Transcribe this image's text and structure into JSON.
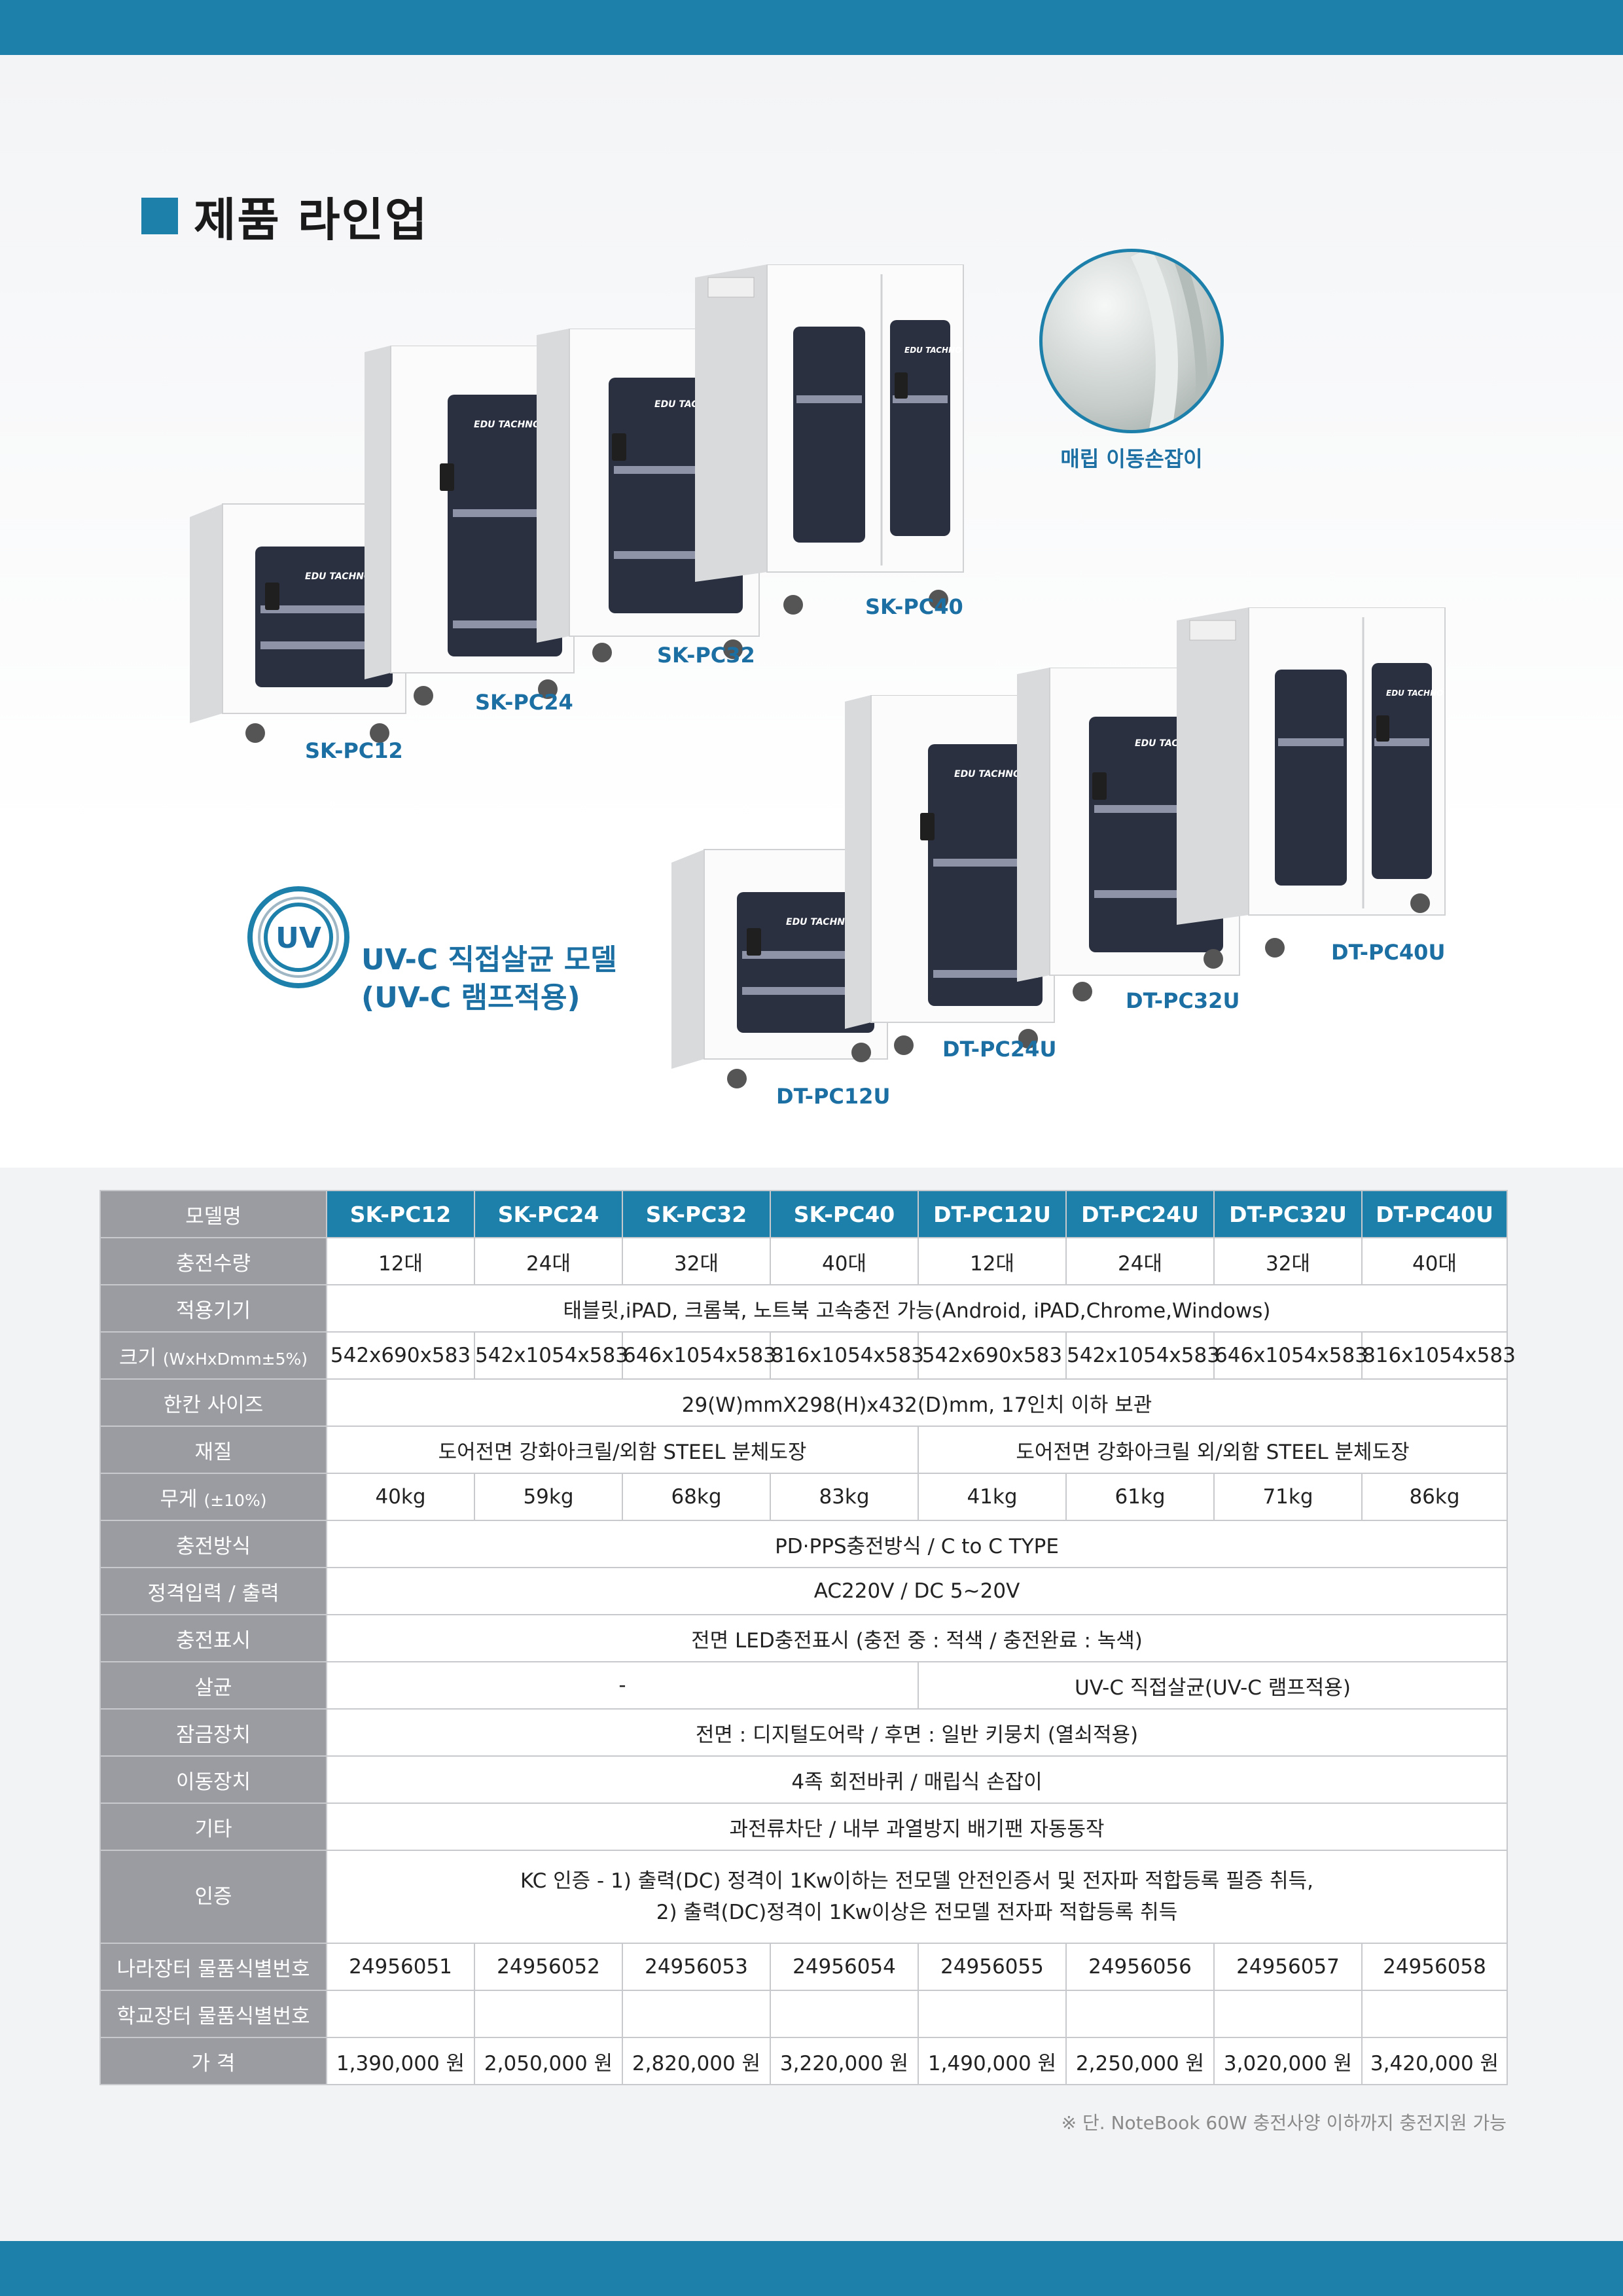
{
  "section_title": "제품 라인업",
  "products_top": [
    {
      "label": "SK-PC12"
    },
    {
      "label": "SK-PC24"
    },
    {
      "label": "SK-PC32"
    },
    {
      "label": "SK-PC40"
    }
  ],
  "products_bottom": [
    {
      "label": "DT-PC12U"
    },
    {
      "label": "DT-PC24U"
    },
    {
      "label": "DT-PC32U"
    },
    {
      "label": "DT-PC40U"
    }
  ],
  "brand_text": "EDU TACHNO",
  "handle_label": "매립 이동손잡이",
  "uv": {
    "badge": "UV",
    "title_line1": "UV-C 직접살균 모델",
    "title_line2": "(UV-C 램프적용)"
  },
  "colors": {
    "accent": "#1c80aa",
    "header_gray": "#9a9ca1",
    "label_blue": "#1c6fa3"
  },
  "table": {
    "model_header": "모델명",
    "models": [
      "SK-PC12",
      "SK-PC24",
      "SK-PC32",
      "SK-PC40",
      "DT-PC12U",
      "DT-PC24U",
      "DT-PC32U",
      "DT-PC40U"
    ],
    "charge_count": {
      "label": "충전수량",
      "values": [
        "12대",
        "24대",
        "32대",
        "40대",
        "12대",
        "24대",
        "32대",
        "40대"
      ]
    },
    "devices": {
      "label": "적용기기",
      "value": "태블릿,iPAD, 크롬북, 노트북 고속충전 가능(Android, iPAD,Chrome,Windows)"
    },
    "size": {
      "label": "크기",
      "label_sub": "(WxHxDmm±5%)",
      "values": [
        "542x690x583",
        "542x1054x583",
        "646x1054x583",
        "816x1054x583",
        "542x690x583",
        "542x1054x583",
        "646x1054x583",
        "816x1054x583"
      ]
    },
    "slot_size": {
      "label": "한칸 사이즈",
      "value": "29(W)mmX298(H)x432(D)mm, 17인치 이하 보관"
    },
    "material": {
      "label": "재질",
      "sk": "도어전면 강화아크릴/외함 STEEL 분체도장",
      "dt": "도어전면 강화아크릴 외/외함 STEEL 분체도장"
    },
    "weight": {
      "label": "무게",
      "label_sub": "(±10%)",
      "values": [
        "40kg",
        "59kg",
        "68kg",
        "83kg",
        "41kg",
        "61kg",
        "71kg",
        "86kg"
      ]
    },
    "charge_method": {
      "label": "충전방식",
      "value": "PD·PPS충전방식 / C to C TYPE"
    },
    "power": {
      "label": "정격입력 / 출력",
      "value": "AC220V / DC 5~20V"
    },
    "indicator": {
      "label": "충전표시",
      "value": "전면 LED충전표시 (충전 중 : 적색 / 충전완료 : 녹색)"
    },
    "sterilize": {
      "label": "살균",
      "sk": "-",
      "dt": "UV-C 직접살균(UV-C 램프적용)"
    },
    "lock": {
      "label": "잠금장치",
      "value": "전면 : 디지털도어락 / 후면 : 일반 키뭉치 (열쇠적용)"
    },
    "mobility": {
      "label": "이동장치",
      "value": "4족 회전바퀴 / 매립식 손잡이"
    },
    "etc": {
      "label": "기타",
      "value": "과전류차단 / 내부 과열방지 배기팬 자동동작"
    },
    "cert": {
      "label": "인증",
      "line1": "KC 인증 - 1) 출력(DC) 정격이 1Kw이하는 전모델 안전인증서 및 전자파 적합등록 필증 취득,",
      "line2": "2) 출력(DC)정격이 1Kw이상은 전모델 전자파 적합등록 취득"
    },
    "narajangter": {
      "label": "나라장터 물품식별번호",
      "values": [
        "24956051",
        "24956052",
        "24956053",
        "24956054",
        "24956055",
        "24956056",
        "24956057",
        "24956058"
      ]
    },
    "school": {
      "label": "학교장터 물품식별번호",
      "values": [
        "",
        "",
        "",
        "",
        "",
        "",
        "",
        ""
      ]
    },
    "price": {
      "label": "가 격",
      "values": [
        "1,390,000 원",
        "2,050,000 원",
        "2,820,000 원",
        "3,220,000 원",
        "1,490,000 원",
        "2,250,000 원",
        "3,020,000 원",
        "3,420,000 원"
      ]
    }
  },
  "footnote": "※ 단. NoteBook 60W 충전사양 이하까지 충전지원 가능"
}
